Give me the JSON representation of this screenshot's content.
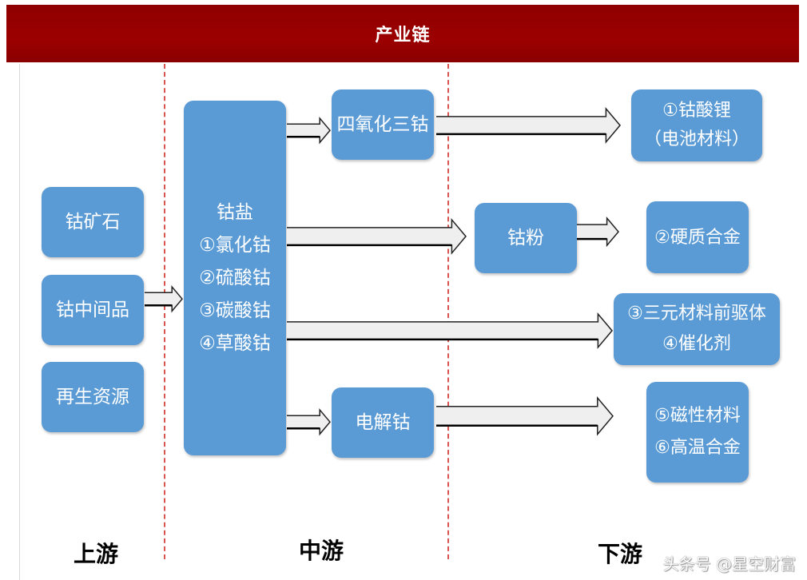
{
  "header": {
    "title": "产业链"
  },
  "stages": {
    "upstream": "上游",
    "midstream": "中游",
    "downstream": "下游"
  },
  "upstream": {
    "items": [
      "钴矿石",
      "钴中间品",
      "再生资源"
    ]
  },
  "midstream": {
    "cobalt_salt": {
      "title": "钴盐",
      "items": [
        "①氯化钴",
        "②硫酸钴",
        "③碳酸钴",
        "④草酸钴"
      ]
    },
    "tricobalt_tetroxide": "四氧化三钴",
    "cobalt_powder": "钴粉",
    "electrolytic_cobalt": "电解钴"
  },
  "downstream": {
    "lco": [
      "①钴酸锂",
      "（电池材料）"
    ],
    "cemented_carbide": "②硬质合金",
    "ternary": [
      "③三元材料前驱体",
      "④催化剂"
    ],
    "magnetic": [
      "⑤磁性材料",
      "⑥高温合金"
    ]
  },
  "watermark": "头条号 @星空财富",
  "colors": {
    "header": "#9c0000",
    "box": "#5b9bd5",
    "divider": "#d9534f"
  }
}
